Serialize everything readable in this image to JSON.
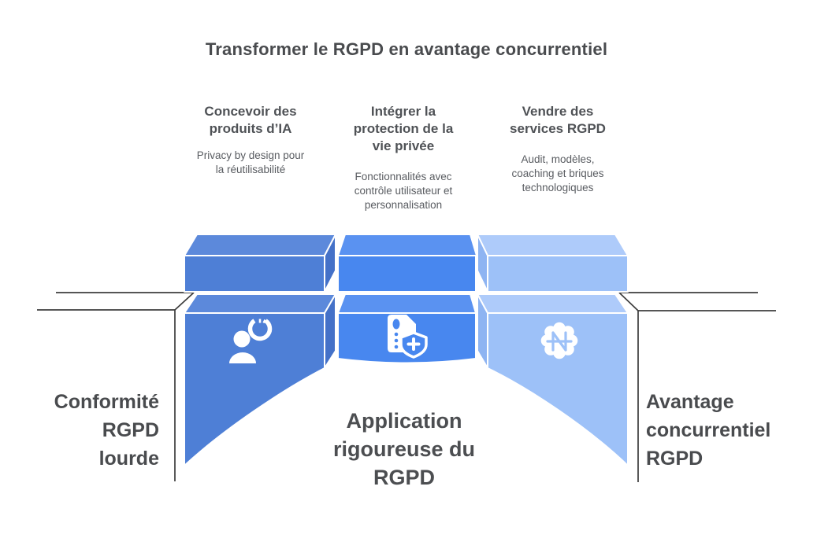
{
  "title": "Transformer le RGPD en avantage concurrentiel",
  "columns": [
    {
      "heading": "Concevoir des\nproduits d’IA",
      "subtext": "Privacy by design pour\nla réutilisabilité",
      "icon": "user-privacy-icon",
      "color_front": "#4E7FD6",
      "color_top": "#5C89DB",
      "color_side": "#4471C8"
    },
    {
      "heading": "Intégrer la\nprotection de la\nvie privée",
      "subtext": "Fonctionnalités avec\ncontrôle utilisateur et\npersonnalisation",
      "icon": "document-shield-icon",
      "color_front": "#4887EF",
      "color_top": "#5A92F1"
    },
    {
      "heading": "Vendre des\nservices RGPD",
      "subtext": "Audit, modèles,\ncoaching et briques\ntechnologiques",
      "icon": "naira-badge-icon",
      "color_front": "#9DC1F8",
      "color_top": "#AECBFA",
      "color_side": "#8EB4F2"
    }
  ],
  "stage_labels": {
    "left": "Conformité\nRGPD\nlourde",
    "center": "Application\nrigoureuse du\nRGPD",
    "right": "Avantage\nconcurrentiel\nRGPD"
  },
  "colors": {
    "text_dark": "#494B4E",
    "text_medium": "#595C61",
    "line": "#3D3D3D",
    "background": "#FFFFFF"
  }
}
